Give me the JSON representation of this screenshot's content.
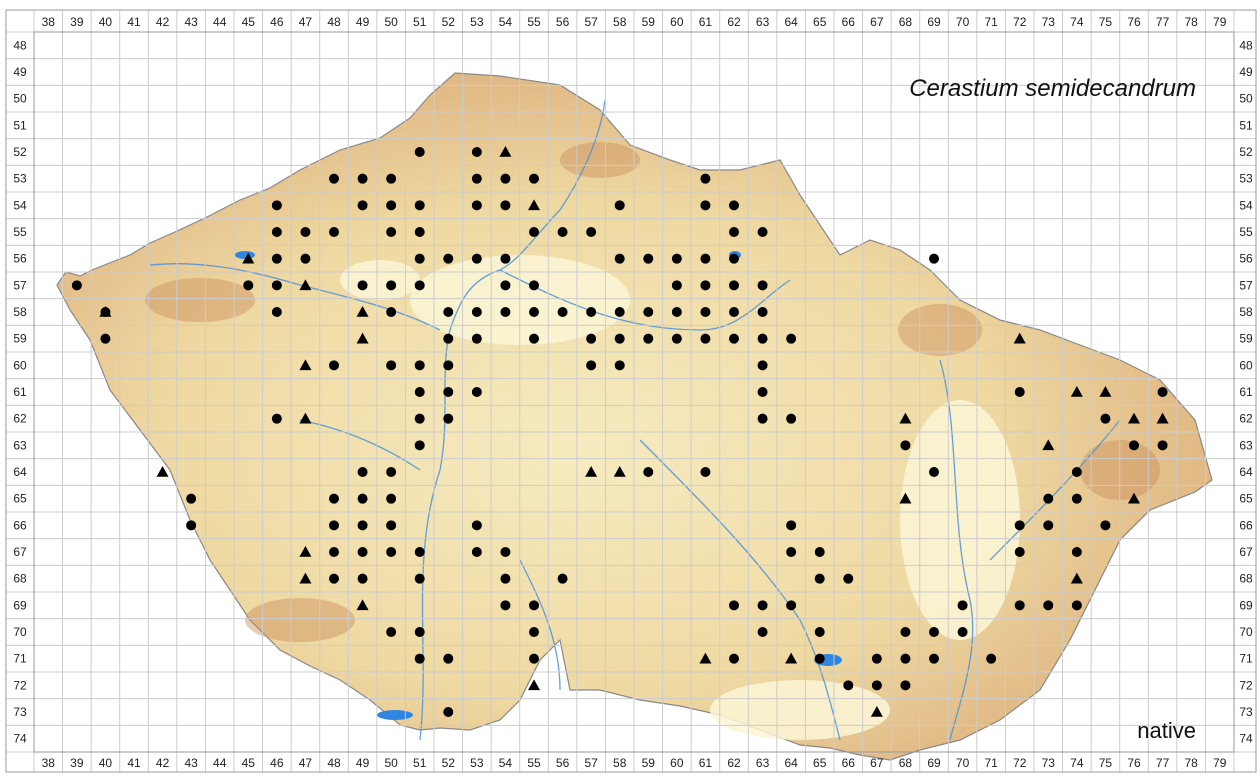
{
  "map": {
    "species_name": "Cerastium semidecandrum",
    "status_label": "native",
    "grid": {
      "columns": [
        "38",
        "39",
        "40",
        "41",
        "42",
        "43",
        "44",
        "45",
        "46",
        "47",
        "48",
        "49",
        "50",
        "51",
        "52",
        "53",
        "54",
        "55",
        "56",
        "57",
        "58",
        "59",
        "60",
        "61",
        "62",
        "63",
        "64",
        "65",
        "66",
        "67",
        "68",
        "69",
        "70",
        "71",
        "72",
        "73",
        "74",
        "75",
        "76",
        "77",
        "78",
        "79"
      ],
      "rows": [
        "48",
        "49",
        "50",
        "51",
        "52",
        "53",
        "54",
        "55",
        "56",
        "57",
        "58",
        "59",
        "60",
        "61",
        "62",
        "63",
        "64",
        "65",
        "66",
        "67",
        "68",
        "69",
        "70",
        "71",
        "72",
        "73",
        "74"
      ]
    },
    "colors": {
      "lowland": "#fbf6d6",
      "upland": "#efd9a2",
      "highland": "#d7a36b",
      "border": "#888888",
      "rivers": "#4a90d9",
      "lakes": "#2f86e0",
      "grid": "#cccccc",
      "marker": "#000000"
    },
    "legend_symbols": {
      "circle": "circle-marker",
      "triangle": "triangle-marker"
    },
    "records": [
      {
        "c": "39",
        "r": "57",
        "s": "c"
      },
      {
        "c": "40",
        "r": "58",
        "s": "c"
      },
      {
        "c": "40",
        "r": "59",
        "s": "c"
      },
      {
        "c": "40",
        "r": "58",
        "s": "t"
      },
      {
        "c": "42",
        "r": "64",
        "s": "t"
      },
      {
        "c": "43",
        "r": "65",
        "s": "c"
      },
      {
        "c": "43",
        "r": "66",
        "s": "c"
      },
      {
        "c": "45",
        "r": "56",
        "s": "t"
      },
      {
        "c": "45",
        "r": "57",
        "s": "c"
      },
      {
        "c": "46",
        "r": "56",
        "s": "c"
      },
      {
        "c": "46",
        "r": "57",
        "s": "c"
      },
      {
        "c": "46",
        "r": "58",
        "s": "c"
      },
      {
        "c": "46",
        "r": "54",
        "s": "c"
      },
      {
        "c": "46",
        "r": "55",
        "s": "c"
      },
      {
        "c": "47",
        "r": "55",
        "s": "c"
      },
      {
        "c": "47",
        "r": "56",
        "s": "c"
      },
      {
        "c": "47",
        "r": "57",
        "s": "t"
      },
      {
        "c": "46",
        "r": "62",
        "s": "c"
      },
      {
        "c": "47",
        "r": "62",
        "s": "t"
      },
      {
        "c": "47",
        "r": "60",
        "s": "t"
      },
      {
        "c": "48",
        "r": "53",
        "s": "c"
      },
      {
        "c": "49",
        "r": "53",
        "s": "c"
      },
      {
        "c": "50",
        "r": "53",
        "s": "c"
      },
      {
        "c": "51",
        "r": "52",
        "s": "c"
      },
      {
        "c": "49",
        "r": "54",
        "s": "c"
      },
      {
        "c": "50",
        "r": "54",
        "s": "c"
      },
      {
        "c": "51",
        "r": "54",
        "s": "c"
      },
      {
        "c": "48",
        "r": "55",
        "s": "c"
      },
      {
        "c": "50",
        "r": "55",
        "s": "c"
      },
      {
        "c": "51",
        "r": "55",
        "s": "c"
      },
      {
        "c": "51",
        "r": "56",
        "s": "c"
      },
      {
        "c": "52",
        "r": "56",
        "s": "c"
      },
      {
        "c": "53",
        "r": "56",
        "s": "c"
      },
      {
        "c": "54",
        "r": "56",
        "s": "c"
      },
      {
        "c": "53",
        "r": "53",
        "s": "c"
      },
      {
        "c": "54",
        "r": "53",
        "s": "c"
      },
      {
        "c": "55",
        "r": "53",
        "s": "c"
      },
      {
        "c": "53",
        "r": "52",
        "s": "c"
      },
      {
        "c": "54",
        "r": "52",
        "s": "t"
      },
      {
        "c": "53",
        "r": "54",
        "s": "c"
      },
      {
        "c": "54",
        "r": "54",
        "s": "c"
      },
      {
        "c": "55",
        "r": "54",
        "s": "t"
      },
      {
        "c": "55",
        "r": "55",
        "s": "c"
      },
      {
        "c": "56",
        "r": "55",
        "s": "c"
      },
      {
        "c": "49",
        "r": "57",
        "s": "c"
      },
      {
        "c": "50",
        "r": "57",
        "s": "c"
      },
      {
        "c": "51",
        "r": "57",
        "s": "c"
      },
      {
        "c": "50",
        "r": "58",
        "s": "c"
      },
      {
        "c": "49",
        "r": "58",
        "s": "t"
      },
      {
        "c": "49",
        "r": "59",
        "s": "t"
      },
      {
        "c": "48",
        "r": "60",
        "s": "c"
      },
      {
        "c": "52",
        "r": "58",
        "s": "c"
      },
      {
        "c": "52",
        "r": "59",
        "s": "c"
      },
      {
        "c": "52",
        "r": "60",
        "s": "c"
      },
      {
        "c": "53",
        "r": "58",
        "s": "c"
      },
      {
        "c": "53",
        "r": "59",
        "s": "c"
      },
      {
        "c": "54",
        "r": "57",
        "s": "c"
      },
      {
        "c": "55",
        "r": "57",
        "s": "c"
      },
      {
        "c": "55",
        "r": "58",
        "s": "c"
      },
      {
        "c": "56",
        "r": "58",
        "s": "c"
      },
      {
        "c": "54",
        "r": "58",
        "s": "c"
      },
      {
        "c": "57",
        "r": "58",
        "s": "c"
      },
      {
        "c": "57",
        "r": "59",
        "s": "c"
      },
      {
        "c": "58",
        "r": "58",
        "s": "c"
      },
      {
        "c": "58",
        "r": "59",
        "s": "c"
      },
      {
        "c": "59",
        "r": "59",
        "s": "c"
      },
      {
        "c": "60",
        "r": "59",
        "s": "c"
      },
      {
        "c": "61",
        "r": "59",
        "s": "c"
      },
      {
        "c": "59",
        "r": "58",
        "s": "c"
      },
      {
        "c": "60",
        "r": "58",
        "s": "c"
      },
      {
        "c": "61",
        "r": "58",
        "s": "c"
      },
      {
        "c": "62",
        "r": "58",
        "s": "c"
      },
      {
        "c": "62",
        "r": "59",
        "s": "c"
      },
      {
        "c": "63",
        "r": "58",
        "s": "c"
      },
      {
        "c": "63",
        "r": "59",
        "s": "c"
      },
      {
        "c": "61",
        "r": "57",
        "s": "c"
      },
      {
        "c": "62",
        "r": "57",
        "s": "c"
      },
      {
        "c": "63",
        "r": "57",
        "s": "c"
      },
      {
        "c": "61",
        "r": "56",
        "s": "c"
      },
      {
        "c": "62",
        "r": "56",
        "s": "c"
      },
      {
        "c": "62",
        "r": "55",
        "s": "c"
      },
      {
        "c": "63",
        "r": "55",
        "s": "c"
      },
      {
        "c": "61",
        "r": "53",
        "s": "c"
      },
      {
        "c": "61",
        "r": "54",
        "s": "c"
      },
      {
        "c": "62",
        "r": "54",
        "s": "c"
      },
      {
        "c": "57",
        "r": "60",
        "s": "c"
      },
      {
        "c": "58",
        "r": "60",
        "s": "c"
      },
      {
        "c": "58",
        "r": "56",
        "s": "c"
      },
      {
        "c": "58",
        "r": "54",
        "s": "c"
      },
      {
        "c": "57",
        "r": "55",
        "s": "c"
      },
      {
        "c": "59",
        "r": "56",
        "s": "c"
      },
      {
        "c": "60",
        "r": "56",
        "s": "c"
      },
      {
        "c": "60",
        "r": "57",
        "s": "c"
      },
      {
        "c": "55",
        "r": "59",
        "s": "c"
      },
      {
        "c": "51",
        "r": "60",
        "s": "c"
      },
      {
        "c": "50",
        "r": "60",
        "s": "c"
      },
      {
        "c": "52",
        "r": "61",
        "s": "c"
      },
      {
        "c": "51",
        "r": "61",
        "s": "c"
      },
      {
        "c": "51",
        "r": "62",
        "s": "c"
      },
      {
        "c": "52",
        "r": "62",
        "s": "c"
      },
      {
        "c": "51",
        "r": "63",
        "s": "c"
      },
      {
        "c": "50",
        "r": "64",
        "s": "c"
      },
      {
        "c": "49",
        "r": "64",
        "s": "c"
      },
      {
        "c": "50",
        "r": "65",
        "s": "c"
      },
      {
        "c": "49",
        "r": "65",
        "s": "c"
      },
      {
        "c": "48",
        "r": "65",
        "s": "c"
      },
      {
        "c": "49",
        "r": "66",
        "s": "c"
      },
      {
        "c": "48",
        "r": "66",
        "s": "c"
      },
      {
        "c": "50",
        "r": "66",
        "s": "c"
      },
      {
        "c": "47",
        "r": "67",
        "s": "t"
      },
      {
        "c": "48",
        "r": "67",
        "s": "c"
      },
      {
        "c": "49",
        "r": "67",
        "s": "c"
      },
      {
        "c": "50",
        "r": "67",
        "s": "c"
      },
      {
        "c": "51",
        "r": "67",
        "s": "c"
      },
      {
        "c": "47",
        "r": "68",
        "s": "t"
      },
      {
        "c": "48",
        "r": "68",
        "s": "c"
      },
      {
        "c": "49",
        "r": "68",
        "s": "c"
      },
      {
        "c": "49",
        "r": "69",
        "s": "t"
      },
      {
        "c": "51",
        "r": "68",
        "s": "c"
      },
      {
        "c": "50",
        "r": "70",
        "s": "c"
      },
      {
        "c": "51",
        "r": "71",
        "s": "c"
      },
      {
        "c": "51",
        "r": "70",
        "s": "c"
      },
      {
        "c": "52",
        "r": "71",
        "s": "c"
      },
      {
        "c": "52",
        "r": "73",
        "s": "c"
      },
      {
        "c": "53",
        "r": "66",
        "s": "c"
      },
      {
        "c": "53",
        "r": "67",
        "s": "c"
      },
      {
        "c": "54",
        "r": "67",
        "s": "c"
      },
      {
        "c": "54",
        "r": "68",
        "s": "c"
      },
      {
        "c": "54",
        "r": "69",
        "s": "c"
      },
      {
        "c": "55",
        "r": "69",
        "s": "c"
      },
      {
        "c": "55",
        "r": "70",
        "s": "c"
      },
      {
        "c": "55",
        "r": "71",
        "s": "c"
      },
      {
        "c": "55",
        "r": "72",
        "s": "t"
      },
      {
        "c": "56",
        "r": "68",
        "s": "c"
      },
      {
        "c": "53",
        "r": "61",
        "s": "c"
      },
      {
        "c": "57",
        "r": "64",
        "s": "t"
      },
      {
        "c": "58",
        "r": "64",
        "s": "t"
      },
      {
        "c": "59",
        "r": "64",
        "s": "c"
      },
      {
        "c": "61",
        "r": "64",
        "s": "c"
      },
      {
        "c": "64",
        "r": "59",
        "s": "c"
      },
      {
        "c": "63",
        "r": "60",
        "s": "c"
      },
      {
        "c": "63",
        "r": "61",
        "s": "c"
      },
      {
        "c": "64",
        "r": "62",
        "s": "c"
      },
      {
        "c": "63",
        "r": "62",
        "s": "c"
      },
      {
        "c": "69",
        "r": "56",
        "s": "c"
      },
      {
        "c": "64",
        "r": "66",
        "s": "c"
      },
      {
        "c": "64",
        "r": "67",
        "s": "c"
      },
      {
        "c": "65",
        "r": "67",
        "s": "c"
      },
      {
        "c": "65",
        "r": "68",
        "s": "c"
      },
      {
        "c": "66",
        "r": "68",
        "s": "c"
      },
      {
        "c": "62",
        "r": "69",
        "s": "c"
      },
      {
        "c": "63",
        "r": "69",
        "s": "c"
      },
      {
        "c": "64",
        "r": "69",
        "s": "c"
      },
      {
        "c": "63",
        "r": "70",
        "s": "c"
      },
      {
        "c": "65",
        "r": "70",
        "s": "c"
      },
      {
        "c": "61",
        "r": "71",
        "s": "t"
      },
      {
        "c": "62",
        "r": "71",
        "s": "c"
      },
      {
        "c": "64",
        "r": "71",
        "s": "t"
      },
      {
        "c": "65",
        "r": "71",
        "s": "c"
      },
      {
        "c": "66",
        "r": "72",
        "s": "c"
      },
      {
        "c": "67",
        "r": "71",
        "s": "c"
      },
      {
        "c": "67",
        "r": "72",
        "s": "c"
      },
      {
        "c": "67",
        "r": "73",
        "s": "t"
      },
      {
        "c": "68",
        "r": "72",
        "s": "c"
      },
      {
        "c": "68",
        "r": "70",
        "s": "c"
      },
      {
        "c": "69",
        "r": "70",
        "s": "c"
      },
      {
        "c": "70",
        "r": "70",
        "s": "c"
      },
      {
        "c": "68",
        "r": "71",
        "s": "c"
      },
      {
        "c": "69",
        "r": "71",
        "s": "c"
      },
      {
        "c": "70",
        "r": "69",
        "s": "c"
      },
      {
        "c": "71",
        "r": "71",
        "s": "c"
      },
      {
        "c": "72",
        "r": "69",
        "s": "c"
      },
      {
        "c": "73",
        "r": "69",
        "s": "c"
      },
      {
        "c": "68",
        "r": "62",
        "s": "t"
      },
      {
        "c": "68",
        "r": "63",
        "s": "c"
      },
      {
        "c": "69",
        "r": "64",
        "s": "c"
      },
      {
        "c": "68",
        "r": "65",
        "s": "t"
      },
      {
        "c": "72",
        "r": "59",
        "s": "t"
      },
      {
        "c": "72",
        "r": "61",
        "s": "c"
      },
      {
        "c": "72",
        "r": "66",
        "s": "c"
      },
      {
        "c": "72",
        "r": "67",
        "s": "c"
      },
      {
        "c": "73",
        "r": "65",
        "s": "c"
      },
      {
        "c": "73",
        "r": "66",
        "s": "c"
      },
      {
        "c": "73",
        "r": "63",
        "s": "t"
      },
      {
        "c": "74",
        "r": "64",
        "s": "c"
      },
      {
        "c": "74",
        "r": "65",
        "s": "c"
      },
      {
        "c": "74",
        "r": "67",
        "s": "c"
      },
      {
        "c": "74",
        "r": "68",
        "s": "t"
      },
      {
        "c": "74",
        "r": "69",
        "s": "c"
      },
      {
        "c": "74",
        "r": "61",
        "s": "t"
      },
      {
        "c": "75",
        "r": "61",
        "s": "t"
      },
      {
        "c": "75",
        "r": "62",
        "s": "c"
      },
      {
        "c": "76",
        "r": "62",
        "s": "t"
      },
      {
        "c": "76",
        "r": "63",
        "s": "c"
      },
      {
        "c": "77",
        "r": "61",
        "s": "c"
      },
      {
        "c": "77",
        "r": "62",
        "s": "t"
      },
      {
        "c": "77",
        "r": "63",
        "s": "c"
      },
      {
        "c": "75",
        "r": "66",
        "s": "c"
      },
      {
        "c": "76",
        "r": "65",
        "s": "t"
      }
    ]
  }
}
